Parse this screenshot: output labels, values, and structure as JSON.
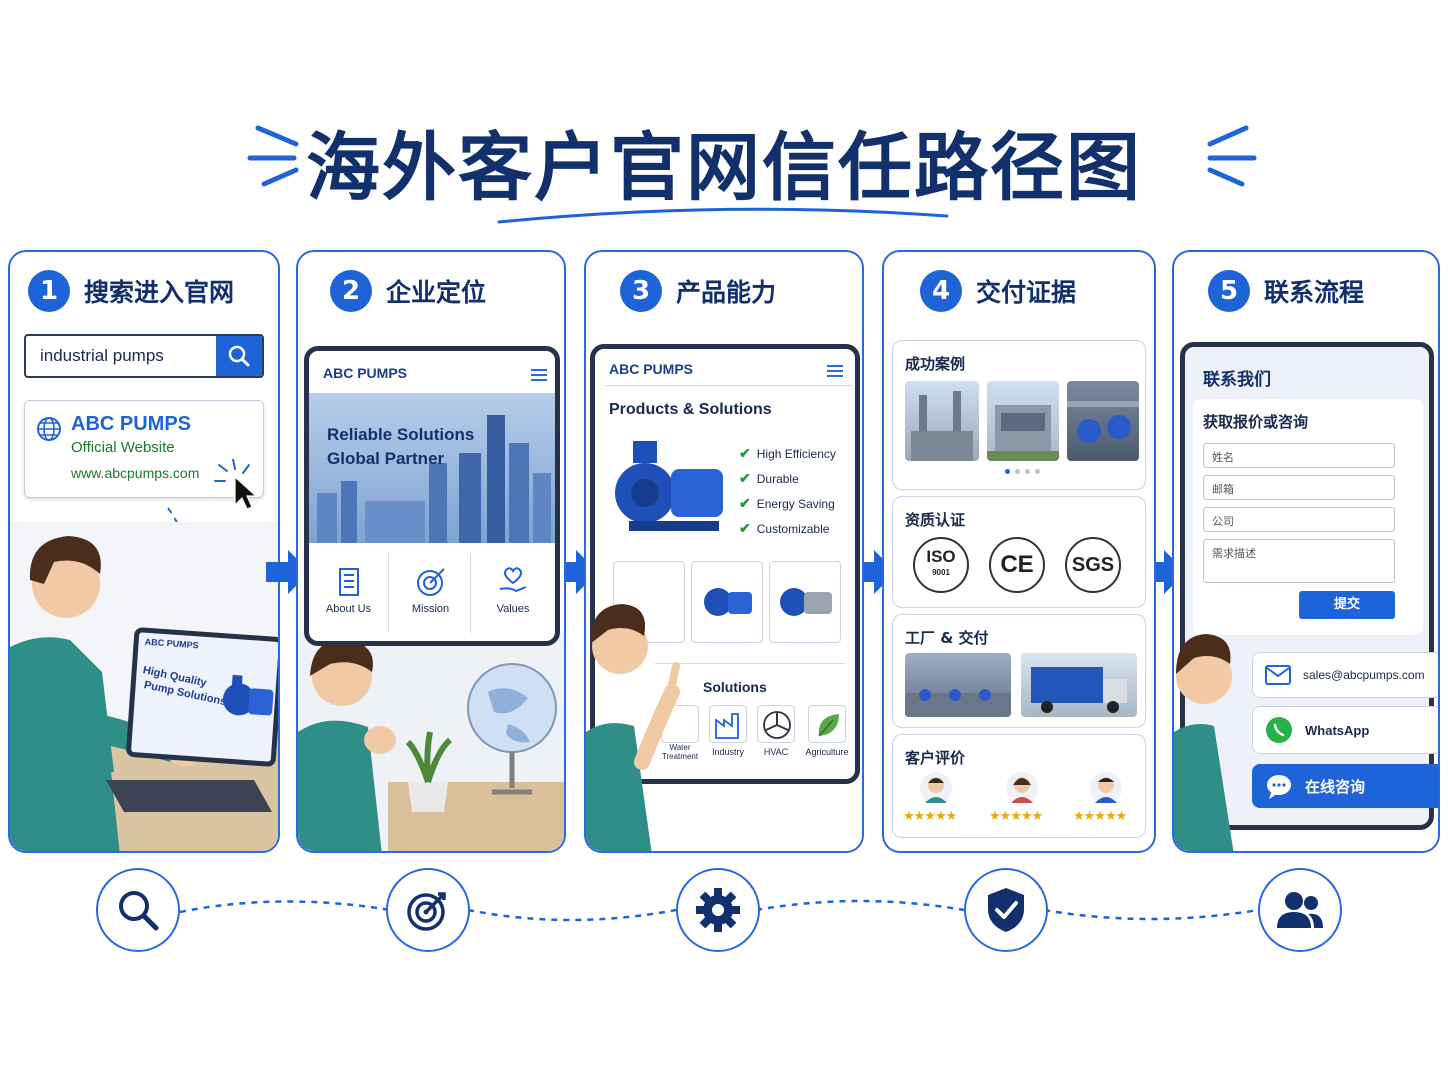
{
  "title": "海外客户官网信任路径图",
  "colors": {
    "primary": "#1f63d8",
    "dark": "#12306b",
    "border": "#2a6ae0",
    "check": "#1f9b3b",
    "star": "#f2a900"
  },
  "steps": [
    {
      "num": "1",
      "title": "搜索进入官网",
      "search": {
        "value": "industrial pumps",
        "icon": "search-icon"
      },
      "result": {
        "name": "ABC PUMPS",
        "subtitle": "Official Website",
        "url": "www.abcpumps.com"
      },
      "laptop": {
        "brand": "ABC PUMPS",
        "headline_1": "High Quality",
        "headline_2": "Pump Solutions"
      }
    },
    {
      "num": "2",
      "title": "企业定位",
      "brand": "ABC PUMPS",
      "hero_1": "Reliable Solutions",
      "hero_2": "Global Partner",
      "tiles": [
        {
          "label": "About Us",
          "icon": "building-icon"
        },
        {
          "label": "Mission",
          "icon": "target-icon"
        },
        {
          "label": "Values",
          "icon": "heart-hand-icon"
        }
      ]
    },
    {
      "num": "3",
      "title": "产品能力",
      "brand": "ABC PUMPS",
      "heading": "Products & Solutions",
      "features": [
        "High Efficiency",
        "Durable",
        "Energy Saving",
        "Customizable"
      ],
      "solutions_title": "Solutions",
      "solutions": [
        {
          "label": "Water Treatment",
          "icon": "water-icon"
        },
        {
          "label": "Industry",
          "icon": "factory-icon"
        },
        {
          "label": "HVAC",
          "icon": "fan-icon"
        },
        {
          "label": "Agriculture",
          "icon": "leaf-icon"
        }
      ]
    },
    {
      "num": "4",
      "title": "交付证据",
      "cases_title": "成功案例",
      "certs_title": "资质认证",
      "certs": [
        {
          "label": "ISO",
          "sub": "9001"
        },
        {
          "label": "CE"
        },
        {
          "label": "SGS"
        }
      ],
      "factory_title": "工厂 & 交付",
      "reviews_title": "客户评价",
      "ratings": [
        5,
        5,
        5
      ]
    },
    {
      "num": "5",
      "title": "联系流程",
      "contact_title": "联系我们",
      "form_title": "获取报价或咨询",
      "fields": [
        "姓名",
        "邮箱",
        "公司",
        "需求描述"
      ],
      "submit": "提交",
      "email": "sales@abcpumps.com",
      "whatsapp": "WhatsApp",
      "chat": "在线咨询"
    }
  ],
  "journey_icons": [
    "search-icon",
    "target-icon",
    "gear-icon",
    "shield-check-icon",
    "users-icon"
  ]
}
